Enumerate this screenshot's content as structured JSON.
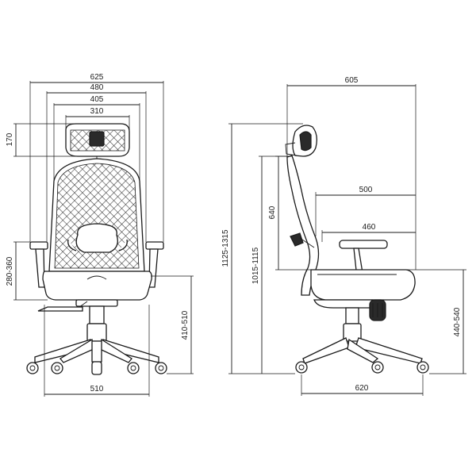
{
  "dimensions": {
    "front_overall_width": "625",
    "front_armrest_width": "480",
    "front_back_width": "405",
    "front_headrest_width": "310",
    "front_headrest_height": "170",
    "front_armrest_height": "280-360",
    "front_seat_height": "410-510",
    "front_base_width": "510",
    "side_overall_depth": "605",
    "side_seat_depth": "500",
    "side_armrest_depth": "460",
    "side_backrest_height": "640",
    "side_height_no_headrest": "1015-1115",
    "side_overall_height": "1125-1315",
    "side_seat_height": "440-540",
    "side_base_depth": "620"
  }
}
